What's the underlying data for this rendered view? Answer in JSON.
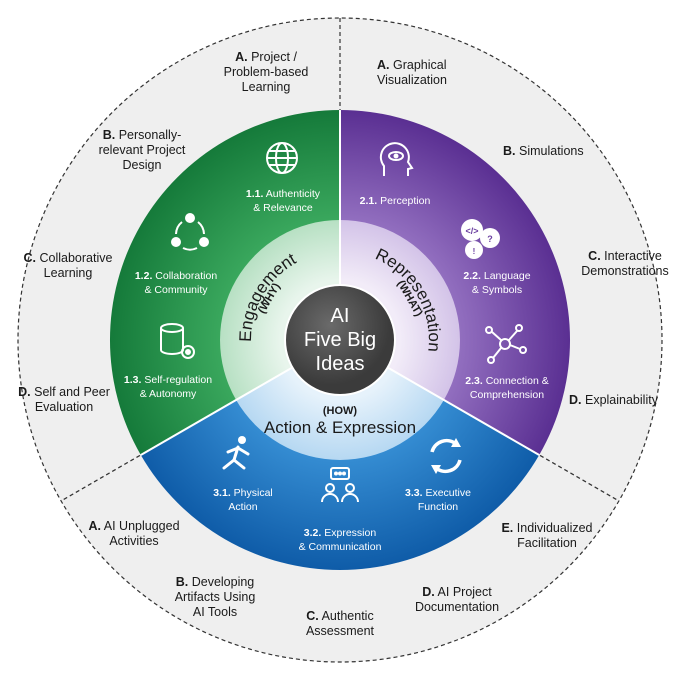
{
  "center": {
    "line1": "AI",
    "line2": "Five Big",
    "line3": "Ideas"
  },
  "rings": {
    "engagement": {
      "label": "Engagement",
      "sub": "(WHY)"
    },
    "representation": {
      "label": "Representation",
      "sub": "(WHAT)"
    },
    "action": {
      "label": "Action & Expression",
      "sub": "(HOW)"
    }
  },
  "engagement_items": [
    {
      "num": "1.1.",
      "line1": "Authenticity",
      "line2": "& Relevance",
      "icon": "globe-icon"
    },
    {
      "num": "1.2.",
      "line1": "Collaboration",
      "line2": "& Community",
      "icon": "network-people-icon"
    },
    {
      "num": "1.3.",
      "line1": "Self-regulation",
      "line2": "& Autonomy",
      "icon": "database-gear-icon"
    }
  ],
  "representation_items": [
    {
      "num": "2.1.",
      "line1": "Perception",
      "line2": "",
      "icon": "head-eye-icon"
    },
    {
      "num": "2.2.",
      "line1": "Language",
      "line2": "& Symbols",
      "icon": "code-bubbles-icon"
    },
    {
      "num": "2.3.",
      "line1": "Connection &",
      "line2": "Comprehension",
      "icon": "node-graph-icon"
    }
  ],
  "action_items": [
    {
      "num": "3.1.",
      "line1": "Physical",
      "line2": "Action",
      "icon": "running-person-icon"
    },
    {
      "num": "3.2.",
      "line1": "Expression",
      "line2": "& Communication",
      "icon": "people-chat-icon"
    },
    {
      "num": "3.3.",
      "line1": "Executive",
      "line2": "Function",
      "icon": "cycle-arrows-icon"
    }
  ],
  "outer_left": [
    {
      "letter": "A.",
      "lines": [
        "Project /",
        "Problem-based",
        "Learning"
      ]
    },
    {
      "letter": "B.",
      "lines": [
        "Personally-",
        "relevant Project",
        "Design"
      ]
    },
    {
      "letter": "C.",
      "lines": [
        "Collaborative",
        "Learning"
      ]
    },
    {
      "letter": "D.",
      "lines": [
        "Self and Peer",
        "Evaluation"
      ]
    }
  ],
  "outer_right": [
    {
      "letter": "A.",
      "lines": [
        "Graphical",
        "Visualization"
      ]
    },
    {
      "letter": "B.",
      "lines": [
        "Simulations"
      ]
    },
    {
      "letter": "C.",
      "lines": [
        "Interactive",
        "Demonstrations"
      ]
    },
    {
      "letter": "D.",
      "lines": [
        "Explainability"
      ]
    }
  ],
  "outer_bottom": [
    {
      "letter": "A.",
      "lines": [
        "AI Unplugged",
        "Activities"
      ]
    },
    {
      "letter": "B.",
      "lines": [
        "Developing",
        "Artifacts Using",
        "AI Tools"
      ]
    },
    {
      "letter": "C.",
      "lines": [
        "Authentic",
        "Assessment"
      ]
    },
    {
      "letter": "D.",
      "lines": [
        "AI Project",
        "Documentation"
      ]
    },
    {
      "letter": "E.",
      "lines": [
        "Individualized",
        "Facilitation"
      ]
    }
  ],
  "colors": {
    "green": "#1e8a46",
    "purple": "#6b3fa0",
    "blue": "#1a6fc0",
    "outer_bg": "#efefef",
    "center": "#4a4a4a"
  }
}
